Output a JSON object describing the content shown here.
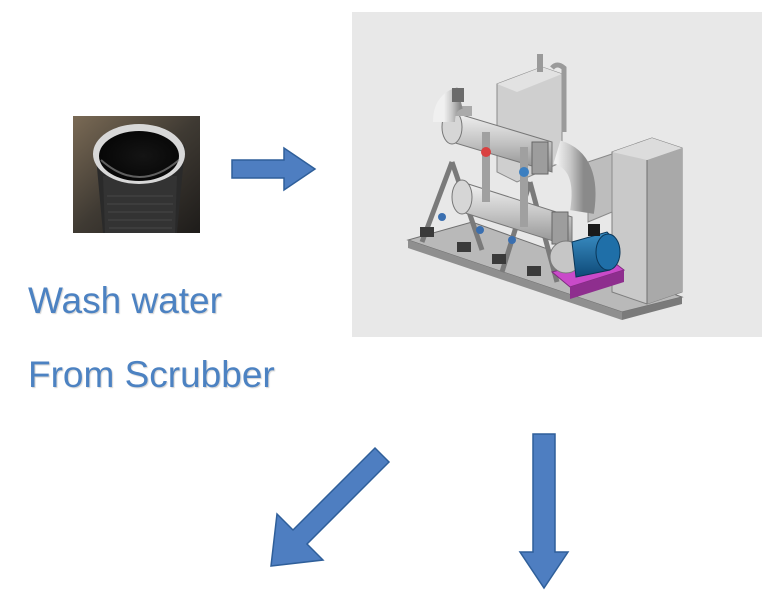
{
  "labels": {
    "line1": "Wash water",
    "line2": "From Scrubber"
  },
  "icons": {
    "sample": "wash-water-cup-photo",
    "equipment": "water-treatment-unit",
    "arrow_right": "arrow-right-icon",
    "arrow_down_left": "arrow-down-left-icon",
    "arrow_down": "arrow-down-icon"
  },
  "colors": {
    "text": "#4c82c2",
    "arrow_fill": "#4e7ec1",
    "arrow_stroke": "#2f5f9a",
    "panel_bg": "#e8e8e8"
  }
}
